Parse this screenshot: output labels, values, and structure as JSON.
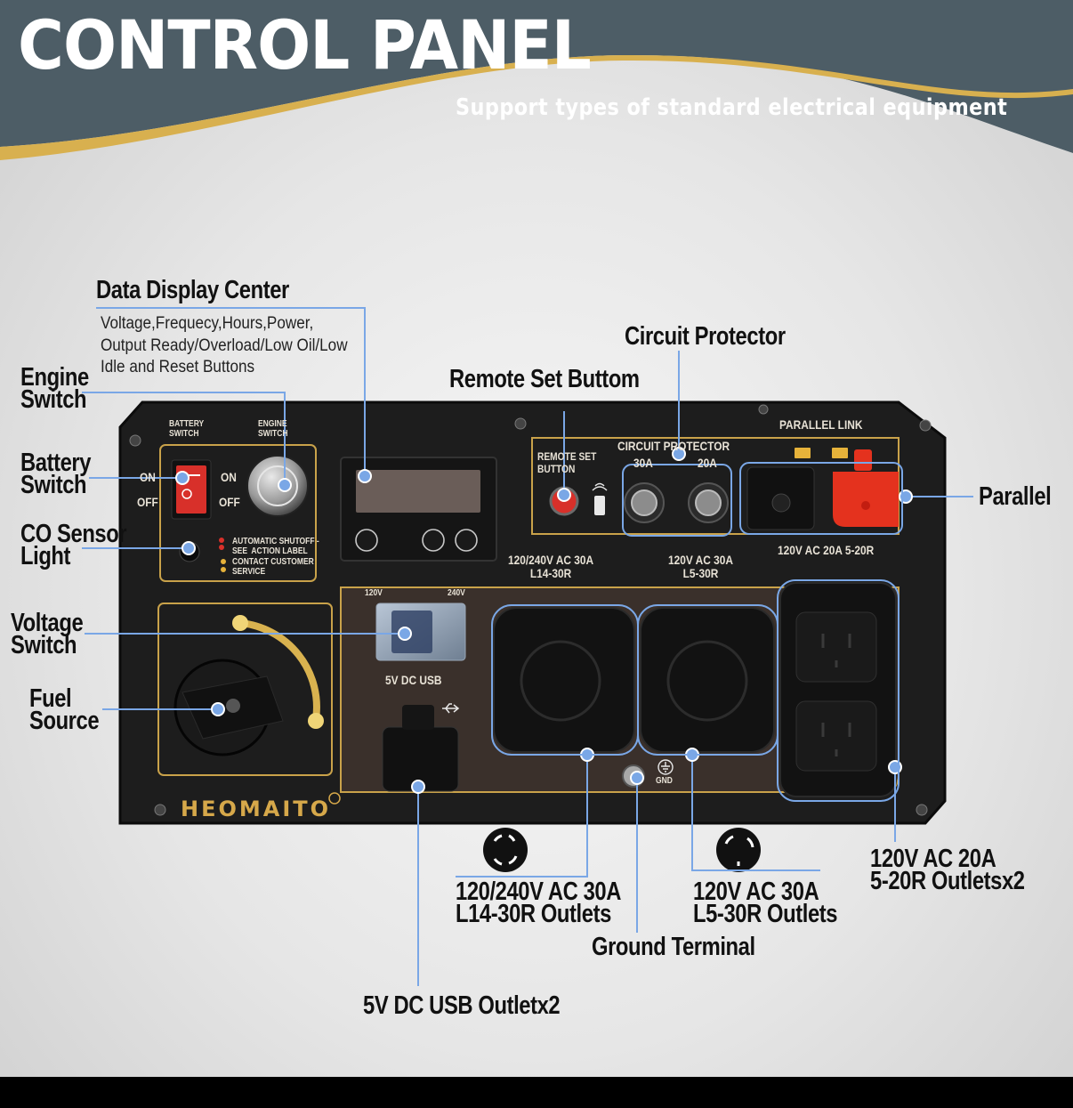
{
  "header": {
    "title": "CONTROL PANEL",
    "subtitle": "Support types of standard electrical equipment"
  },
  "panel": {
    "battery_switch": "BATTERY\nSWITCH",
    "engine_switch": "ENGINE\nSWITCH",
    "on": "ON",
    "off": "OFF",
    "warning_1": "AUTOMATIC SHUTOFF -\nSEE  ACTION LABEL",
    "warning_2": "CONTACT CUSTOMER\nSERVICE",
    "remote_set_button": "REMOTE SET\nBUTTON",
    "circuit_protector": "CIRCUIT PROTECTOR",
    "cp_30a": "30A",
    "cp_20a": "20A",
    "parallel_link": "PARALLEL LINK",
    "outlet_l14": "120/240V AC 30A\nL14-30R",
    "outlet_l5": "120V AC 30A\nL5-30R",
    "outlet_520": "120V AC 20A 5-20R",
    "v120": "120V",
    "v240": "240V",
    "usb": "5V DC USB",
    "gnd": "GND",
    "brand": "HEOMAITO"
  },
  "callouts": {
    "data_display_title": "Data Display Center",
    "data_display_desc": "Voltage,Frequecy,Hours,Power,\nOutput Ready/Overload/Low Oil/Low\nIdle and Reset Buttons",
    "engine_switch": "Engine\nSwitch",
    "battery_switch": "Battery\nSwitch",
    "co_sensor": "CO Sensor\nLight",
    "voltage_switch": "Voltage\nSwitch",
    "fuel_source": "Fuel\nSource",
    "circuit_protector": "Circuit Protector",
    "remote_set": "Remote Set Buttom",
    "parallel": "Parallel",
    "outlet_l14": "120/240V AC 30A\nL14-30R Outlets",
    "outlet_l5": "120V AC 30A\nL5-30R Outlets",
    "outlet_520": "120V AC 20A\n5-20R Outletsx2",
    "ground": "Ground Terminal",
    "usb": "5V DC USB Outletx2"
  },
  "icons": [
    "power-icon",
    "oil-can-icon",
    "settings-icon",
    "more-icon",
    "remote-icon",
    "usb-icon",
    "ground-icon",
    "battery-icon",
    "registered-icon"
  ],
  "colors": {
    "header_band": "#4d5d66",
    "gold_stripe": "#d8b04f",
    "panel": "#1e1e1e",
    "panel_trim": "#c9a24a",
    "callout_line": "#7aa7e6",
    "red_switch": "#d8302a",
    "red_terminal": "#e4321e"
  }
}
